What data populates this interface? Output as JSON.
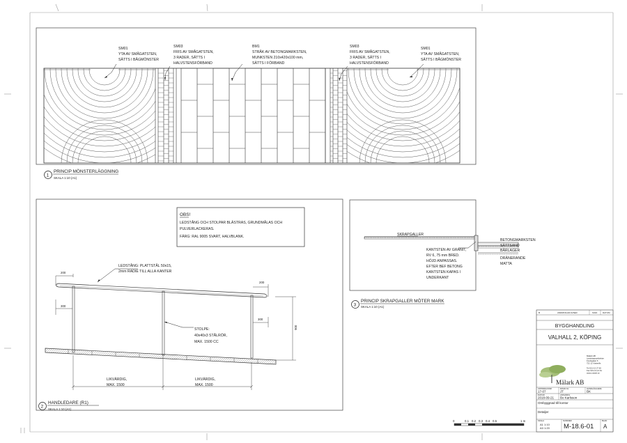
{
  "sheet_labels": {
    "sm01_left": [
      "SM01",
      "YTA AV SMÅGATSTEN,",
      "SÄTTS I BÅGMÖNSTER"
    ],
    "sm03_left": [
      "SM03",
      "FRIS AV SMÅGATSTEN,",
      "3 RADER, SÄTTS I",
      "HALVSTENSFÖRBAND"
    ],
    "bm1": [
      "BM1",
      "STRÅK AV BETONGMARKSTEN,",
      "MUNKSTEN 210x420x100 mm,",
      "SÄTTS I FÖRBAND"
    ],
    "sm03_right": [
      "SM03",
      "FRIS AV SMÅGATSTEN,",
      "3 RADER, SÄTTS I",
      "HALVSTENSFÖRBAND"
    ],
    "sm01_right": [
      "SM01",
      "YTA AV SMÅGATSTEN,",
      "SÄTTS I BÅGMÖNSTER"
    ]
  },
  "detail1": {
    "number": "1",
    "title": "PRINCIP MÖNSTERLÄGGNING",
    "scale": "SKALA 1:10 (A1)"
  },
  "detail2": {
    "number": "2",
    "title": "HANDLEDARE (R1)",
    "scale": "SKALA 1:10 (A1)",
    "note_title": "OBS!",
    "note_lines": [
      "LEDSTÅNG OCH STOLPAR BLÄSTRAS, GRUNDMÅLAS OCH",
      "PULVERLACKERAS.",
      "FÄRG: RAL 9005 SVART, HALVBLANK."
    ],
    "ledstang": [
      "LEDSTÅNG: PLATTSTÅL 50x15,",
      "2mm RADIE TILL ALLA KANTER"
    ],
    "stolpe": [
      "STOLPE:",
      "40x40x3 STÅLRÖR,",
      "MAX. 1500 CC"
    ],
    "dim_200_left": "200",
    "dim_200_right": "200",
    "dim_300_left": "300",
    "dim_300_right": "300",
    "dim_900": "900",
    "likvardig_left": [
      "LIKVÄRDIG,",
      "MAX. 1500"
    ],
    "likvardig_right": [
      "LIKVÄRDIG,",
      "MAX. 1500"
    ]
  },
  "detail3": {
    "number": "3",
    "title": "PRINCIP SKRAPGALLER MÖTER MARK",
    "scale": "SKALA 1:10 (A1)",
    "skrapgaller": "SKRAPGALLER",
    "betongmarksten": "BETONGMARKSTEN",
    "sattsand": "SÄTTSAND",
    "barlager": "BÄRLAGER",
    "dranerande": [
      "DRÄNERANDE",
      "MATTA"
    ],
    "kantsten": [
      "KANTSTEN AV GRANIT,",
      "RV 6, 75 mm BRED.",
      "HÖJD ANPASSAS.",
      "EFTER BEF BETONG",
      "KANTSTEN KAPAS I",
      "UNDERKANT"
    ]
  },
  "scale_bar": {
    "labels": [
      "0",
      "0.1",
      "0.2",
      "0.3",
      "0.4",
      "0.5",
      "1 m"
    ]
  },
  "title_block": {
    "revision_header": [
      "ÄNDRINGAR AVSER",
      "SIGN",
      "DATUM"
    ],
    "rev_label": "B",
    "category": "BYGGHANDLING",
    "project": "VALHALL 2, KÖPING",
    "company": "Mälark AB",
    "company_address": [
      "Mälark AB",
      "Landskapsarkitekter",
      "Fredsgatan 6",
      "722 12 Västerås",
      "",
      "Tel 021-13 27 60",
      "Fax 021-13 21 61",
      "www.malark.se"
    ],
    "uppdrag_label": "UPPDRAGSNR",
    "uppdrag_value": "17-07",
    "ritad_label": "RITAD AV",
    "ritad_value": "JT",
    "handlaggare_label": "HANDLÄGGARE",
    "handlaggare_value": "BK",
    "datum_label": "DATUM",
    "datum_value": "2018-09-21",
    "ansvarig_label": "ANSVARIG",
    "ansvarig_value": "Bo Karlsson",
    "contents_line1": "Ombyggnad till kontor",
    "contents_line2": "Detaljer",
    "skala_label": "SKALA",
    "skala_values": [
      "A1  1:10",
      "A3  1:20"
    ],
    "nummer_label": "NUMMER",
    "drawing_number": "M-18.6-01",
    "blad_label": "BLAD",
    "revision": "A"
  }
}
